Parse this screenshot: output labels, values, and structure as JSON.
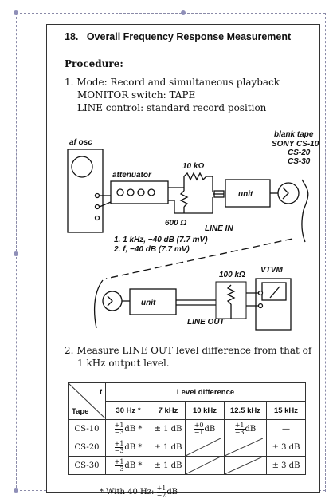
{
  "section": {
    "number": "18.",
    "title": "Overall Frequency Response Measurement"
  },
  "procedure_label": "Procedure:",
  "steps": [
    {
      "num": "1.",
      "lines": [
        "Mode: Record and simultaneous playback",
        "MONITOR switch: TAPE",
        "LINE control: standard record position"
      ]
    },
    {
      "num": "2.",
      "lines": [
        "Measure LINE OUT level difference from that of",
        "1 kHz output level."
      ]
    }
  ],
  "diagram": {
    "af_osc": "af osc",
    "attenuator": "attenuator",
    "r1": "10 kΩ",
    "r2": "600 Ω",
    "unit": "unit",
    "line_in": "LINE IN",
    "blank_tape": [
      "blank tape",
      "SONY CS-10",
      "CS-20",
      "CS-30"
    ],
    "signal1": "1. 1 kHz, −40 dB (7.7 mV)",
    "signal2": "2. f, −40 dB (7.7 mV)",
    "vtvm": "VTVM",
    "r3": "100 kΩ",
    "line_out": "LINE OUT"
  },
  "table": {
    "group_header": "Level difference",
    "corner_tape": "Tape",
    "corner_f": "f",
    "columns": [
      "30 Hz *",
      "7 kHz",
      "10 kHz",
      "12.5 kHz",
      "15 kHz"
    ],
    "rows": [
      {
        "tape": "CS-10",
        "c30": {
          "num": "+1",
          "den": "−3",
          "unit": "dB *"
        },
        "c7": "± 1 dB",
        "c10": {
          "num": "+0",
          "den": "−1",
          "unit": "dB"
        },
        "c12": {
          "num": "+1",
          "den": "−3",
          "unit": "dB"
        },
        "c15": "—"
      },
      {
        "tape": "CS-20",
        "c30": {
          "num": "+1",
          "den": "−3",
          "unit": "dB *"
        },
        "c7": "± 1 dB",
        "c15": "± 3 dB"
      },
      {
        "tape": "CS-30",
        "c30": {
          "num": "+1",
          "den": "−3",
          "unit": "dB *"
        },
        "c7": "± 1 dB",
        "c15": "± 3 dB"
      }
    ]
  },
  "footnote": {
    "prefix": "* With 40 Hz:",
    "num": "+1",
    "den": "−2",
    "unit": "dB"
  }
}
